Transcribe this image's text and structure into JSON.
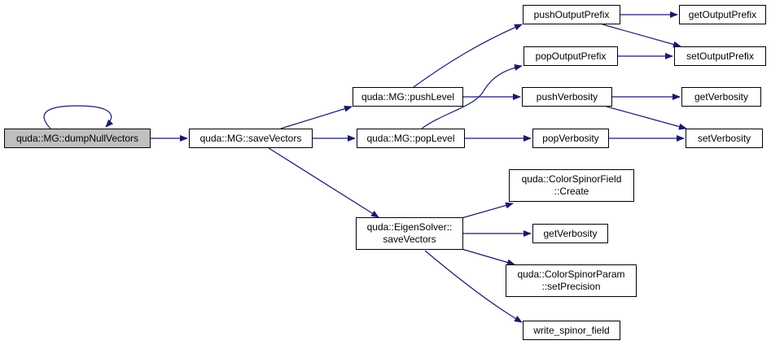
{
  "graph": {
    "title": "",
    "colors": {
      "edge": "#191970",
      "border": "#000000",
      "root_fill": "#bfbfbf",
      "node_fill": "#ffffff"
    },
    "nodes": {
      "dump_null_vectors": {
        "lines": [
          "quda::MG::dumpNullVectors"
        ]
      },
      "save_vectors_mg": {
        "lines": [
          "quda::MG::saveVectors"
        ]
      },
      "push_level": {
        "lines": [
          "quda::MG::pushLevel"
        ]
      },
      "pop_level": {
        "lines": [
          "quda::MG::popLevel"
        ]
      },
      "eigen_save_vectors": {
        "lines": [
          "quda::EigenSolver::",
          "saveVectors"
        ]
      },
      "push_output_prefix": {
        "lines": [
          "pushOutputPrefix"
        ]
      },
      "pop_output_prefix": {
        "lines": [
          "popOutputPrefix"
        ]
      },
      "push_verbosity": {
        "lines": [
          "pushVerbosity"
        ]
      },
      "pop_verbosity": {
        "lines": [
          "popVerbosity"
        ]
      },
      "get_output_prefix": {
        "lines": [
          "getOutputPrefix"
        ]
      },
      "set_output_prefix": {
        "lines": [
          "setOutputPrefix"
        ]
      },
      "get_verbosity_1": {
        "lines": [
          "getVerbosity"
        ]
      },
      "set_verbosity": {
        "lines": [
          "setVerbosity"
        ]
      },
      "color_spinor_field_create": {
        "lines": [
          "quda::ColorSpinorField",
          "::Create"
        ]
      },
      "get_verbosity_2": {
        "lines": [
          "getVerbosity"
        ]
      },
      "color_spinor_param_set_precision": {
        "lines": [
          "quda::ColorSpinorParam",
          "::setPrecision"
        ]
      },
      "write_spinor_field": {
        "lines": [
          "write_spinor_field"
        ]
      }
    }
  }
}
